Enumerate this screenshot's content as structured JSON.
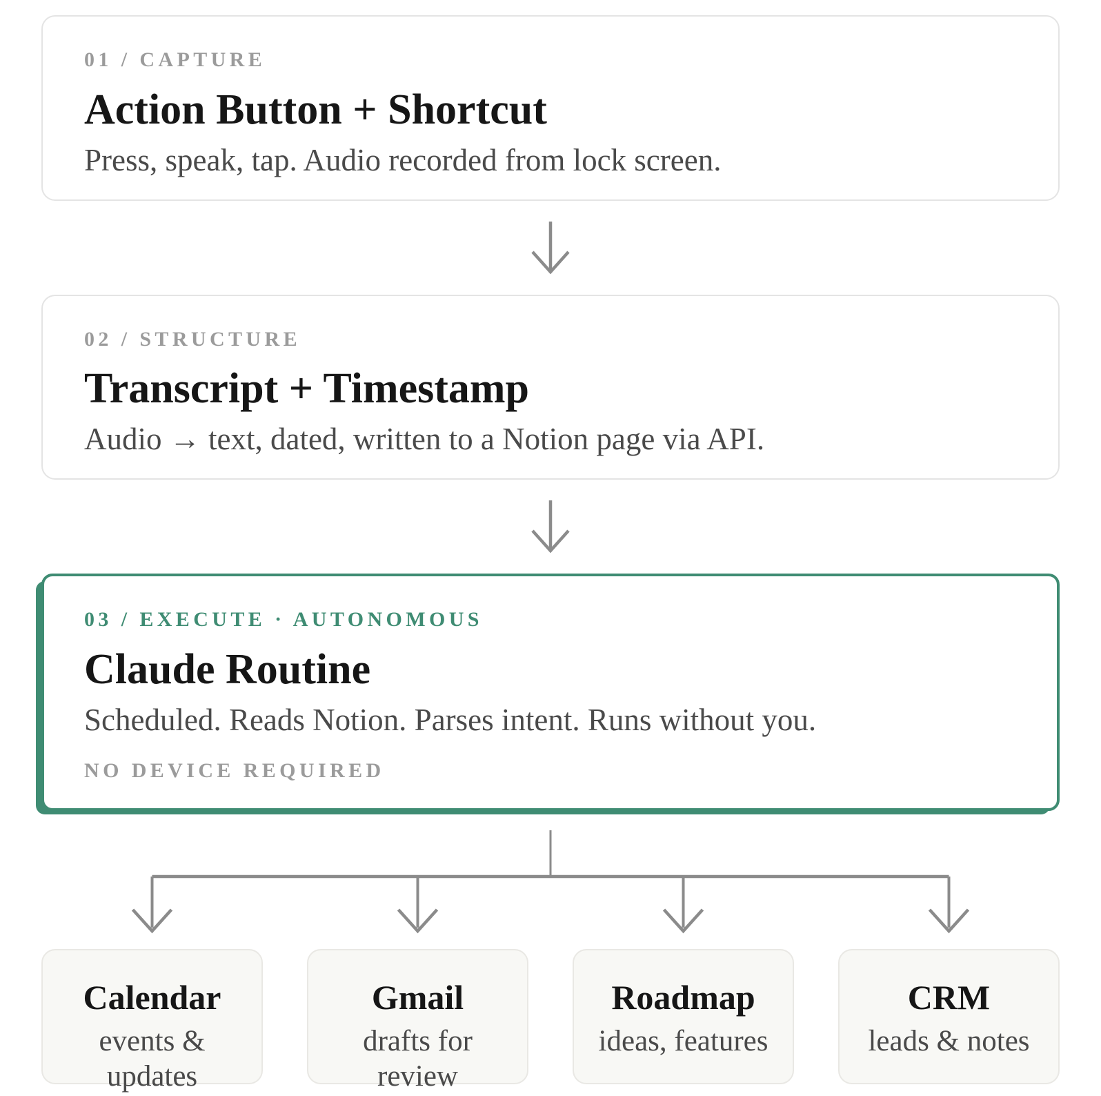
{
  "steps": [
    {
      "label": "01 / CAPTURE",
      "title": "Action Button + Shortcut",
      "description": "Press, speak, tap. Audio recorded from lock screen."
    },
    {
      "label": "02 / STRUCTURE",
      "title": "Transcript + Timestamp",
      "description": "Audio → text, dated, written to a Notion page via API."
    },
    {
      "label": "03 / EXECUTE · AUTONOMOUS",
      "title": "Claude Routine",
      "description": "Scheduled. Reads Notion. Parses intent. Runs without you.",
      "footnote": "NO DEVICE REQUIRED"
    }
  ],
  "outputs": [
    {
      "title": "Calendar",
      "subtitle": "events & updates"
    },
    {
      "title": "Gmail",
      "subtitle": "drafts for review"
    },
    {
      "title": "Roadmap",
      "subtitle": "ideas, features"
    },
    {
      "title": "CRM",
      "subtitle": "leads & notes"
    }
  ],
  "icons": {
    "between_steps": "down-arrow-icon",
    "fanout": "branch-connector"
  },
  "colors": {
    "accent_green": "#3F8C73",
    "connector_gray": "#8B8B8B",
    "label_gray": "#9B9B9B",
    "title_black": "#161616",
    "body_gray": "#4A4A4A",
    "card_border": "#E4E4E4",
    "box_bg": "#F8F8F5",
    "box_border": "#E9E8E4",
    "page_bg": "#FFFFFF"
  }
}
